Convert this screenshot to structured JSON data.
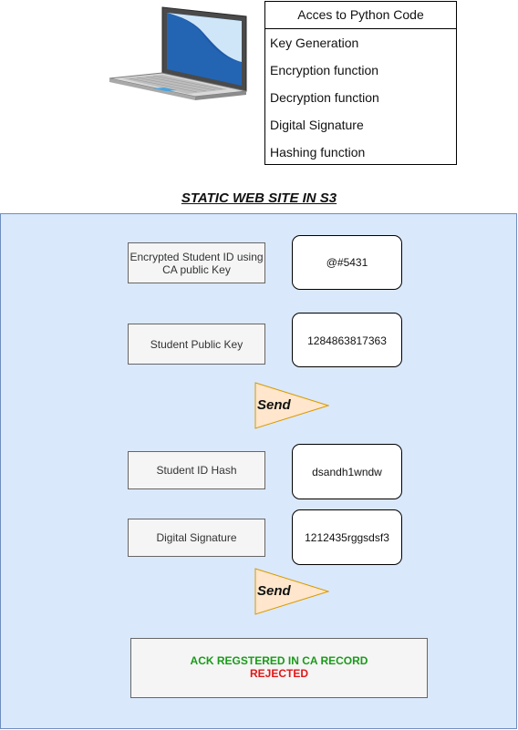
{
  "code_box": {
    "header": "Acces to Python Code",
    "items": [
      "Key Generation",
      "Encryption function",
      "Decryption function",
      "Digital Signature",
      "Hashing function"
    ]
  },
  "site_title": "STATIC WEB SITE IN S3",
  "fields": [
    {
      "label": "Encrypted Student ID using CA public Key",
      "value": "@#5431"
    },
    {
      "label": "Student Public Key",
      "value": "1284863817363"
    },
    {
      "label": "Student ID Hash",
      "value": "dsandh1wndw"
    },
    {
      "label": "Digital Signature",
      "value": "1212435rggsdsf3"
    }
  ],
  "send_label": "Send",
  "status": {
    "ack": "ACK REGSTERED IN CA RECORD",
    "rejected": "REJECTED"
  },
  "colors": {
    "panel_fill": "#dae8fc",
    "panel_border": "#6c8ebf",
    "send_fill": "#ffe6cc",
    "send_border": "#d79b00",
    "ack": "#1a9a1a",
    "rejected": "#e01818"
  }
}
